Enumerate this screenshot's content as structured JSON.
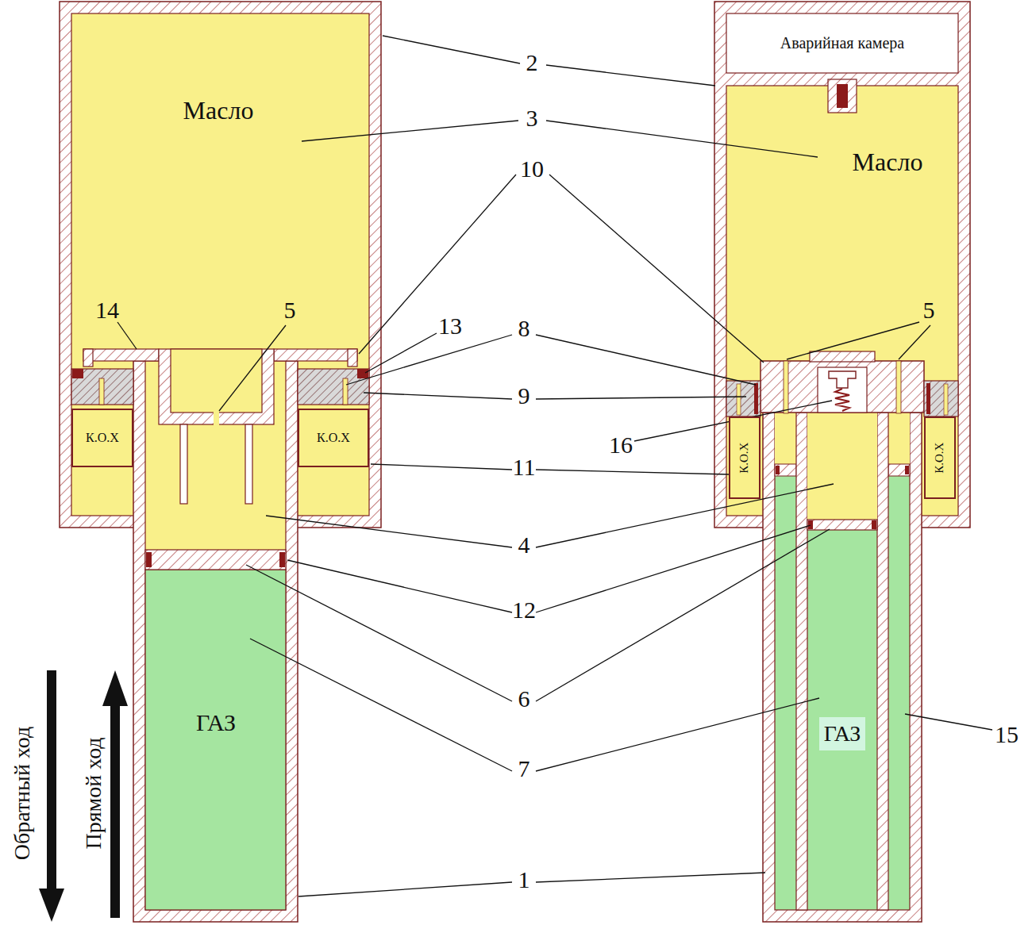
{
  "diagram": {
    "nodes": [
      {
        "text": [
          "Масло"
        ]
      },
      {
        "text": [
          "К.О.Х"
        ]
      },
      {
        "text": [
          "К.О.Х"
        ]
      },
      {
        "text": [
          "ГАЗ"
        ]
      },
      {
        "text": [
          "Аварийная камера"
        ]
      },
      {
        "text": [
          "Масло"
        ]
      },
      {
        "text": [
          "К.О.Х"
        ]
      },
      {
        "text": [
          "К.О.Х"
        ]
      },
      {
        "text": [
          "ГАЗ"
        ]
      }
    ],
    "labels": [
      "2",
      "3",
      "10",
      "14",
      "5",
      "13",
      "8",
      "9",
      "11",
      "4",
      "12",
      "6",
      "7",
      "1",
      "5",
      "16",
      "15",
      "Обратный ход",
      "Прямой ход"
    ]
  }
}
